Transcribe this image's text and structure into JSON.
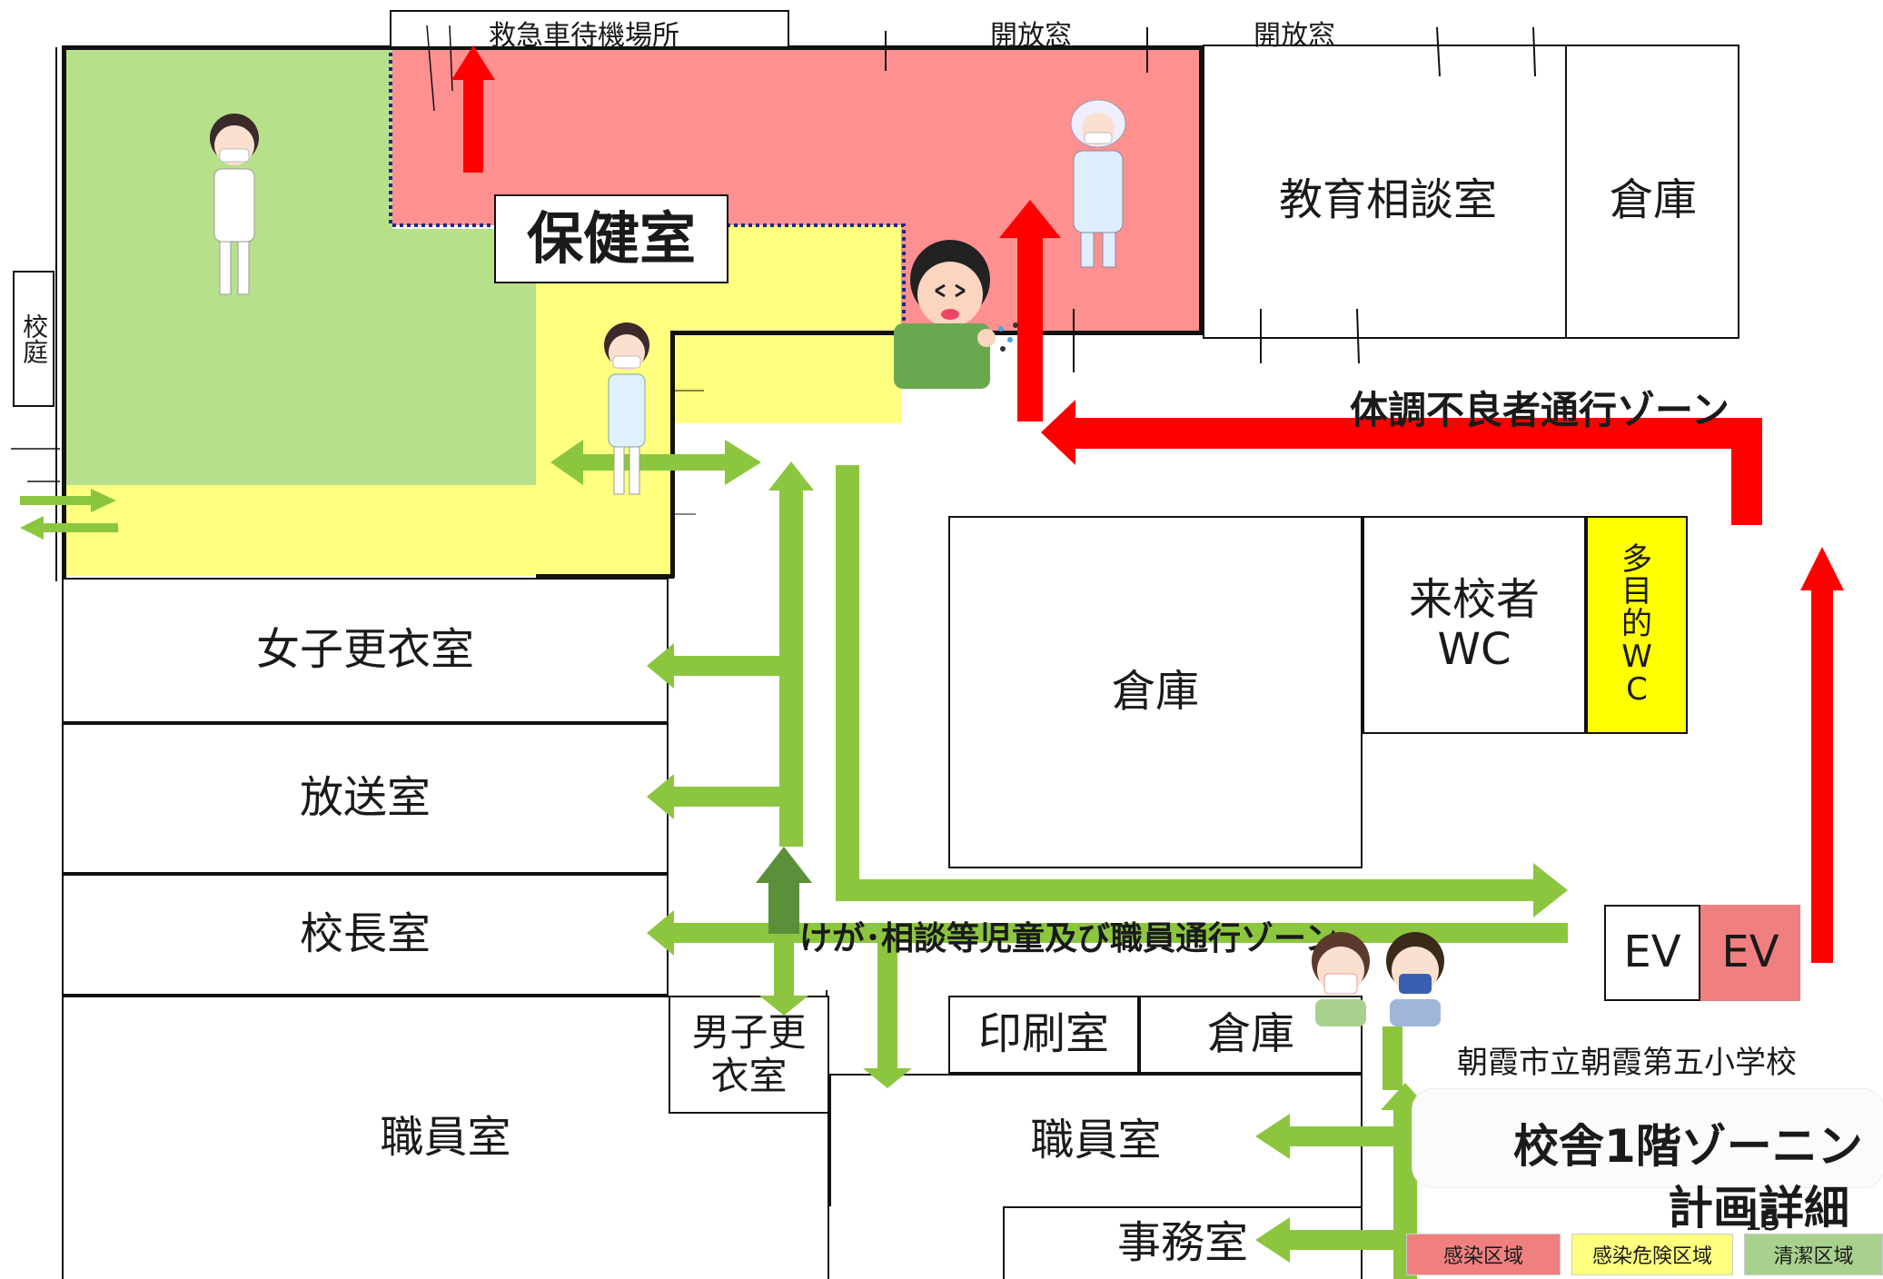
{
  "rooms": {
    "hokenshitsu": "保健室",
    "kyoiku_soudan": "教育相談室",
    "souko_top": "倉庫",
    "souko_mid": "倉庫",
    "raikousha_wc": "来校者\nWC",
    "tamokuteki_wc": "多\n目\n的\nW\nC",
    "joshi_kouishitsu": "女子更衣室",
    "housoushitsu": "放送室",
    "kouchoushitsu": "校長室",
    "shokuinshitsu_left": "職員室",
    "danshi_kouishitsu": "男子更\n衣室",
    "insatsushitsu": "印刷室",
    "souko_bottom": "倉庫",
    "shokuinshitsu_right": "職員室",
    "jimushitsu": "事務室",
    "ev_left": "EV",
    "ev_right": "EV",
    "koutei": "校庭"
  },
  "labels": {
    "ambulance_area": "救急車待機場所",
    "open_window_1": "開放窓",
    "open_window_2": "開放窓",
    "sick_zone": "体調不良者通行ゾーン",
    "injury_zone": "けが･相談等児童及び職員通行ゾーン",
    "school_name": "朝霞市立朝霞第五小学校",
    "plan_title_line1": "校舎1階ゾーニン",
    "plan_title_line2": "計画詳細",
    "page_number": "15"
  },
  "legend": [
    {
      "label": "感染区域",
      "color": "#f08080"
    },
    {
      "label": "感染危険区域",
      "color": "#ffff80"
    },
    {
      "label": "清潔区域",
      "color": "#a9d18e"
    }
  ],
  "colors": {
    "infected": "#ff9090",
    "risk": "#ffff80",
    "clean": "#b7e08a",
    "red_arrow": "#ff0000",
    "green_arrow": "#8cc63f",
    "dark_green_arrow": "#5b8f3a",
    "wc_yellow": "#ffff00",
    "ev_red": "#f08080"
  }
}
